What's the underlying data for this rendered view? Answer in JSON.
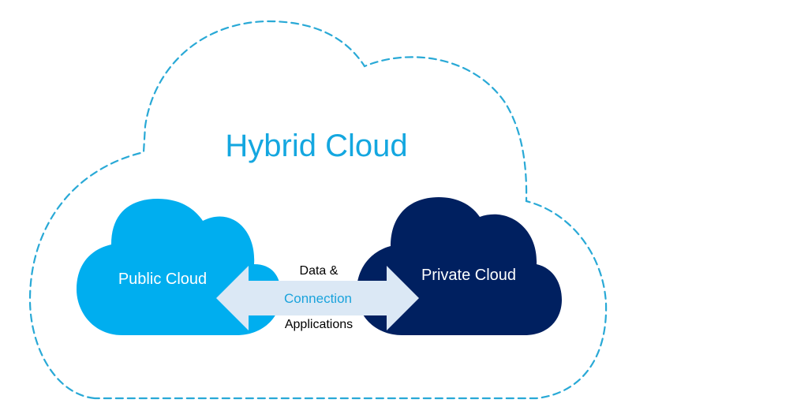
{
  "diagram": {
    "title": "Hybrid Cloud",
    "public_cloud": {
      "label": "Public Cloud"
    },
    "private_cloud": {
      "label": "Private Cloud"
    },
    "connector": {
      "top_label": "Data &",
      "center_label": "Connection",
      "bottom_label": "Applications",
      "direction": "bidirectional"
    }
  },
  "colors": {
    "outline_dashed": "#29a9d6",
    "title_text": "#14a7e0",
    "public_cloud_fill": "#00aeef",
    "private_cloud_fill": "#002060",
    "arrow_fill": "#dbe8f5",
    "connection_text": "#1aa3dc",
    "label_text_dark": "#000000",
    "label_text_light": "#ffffff"
  }
}
